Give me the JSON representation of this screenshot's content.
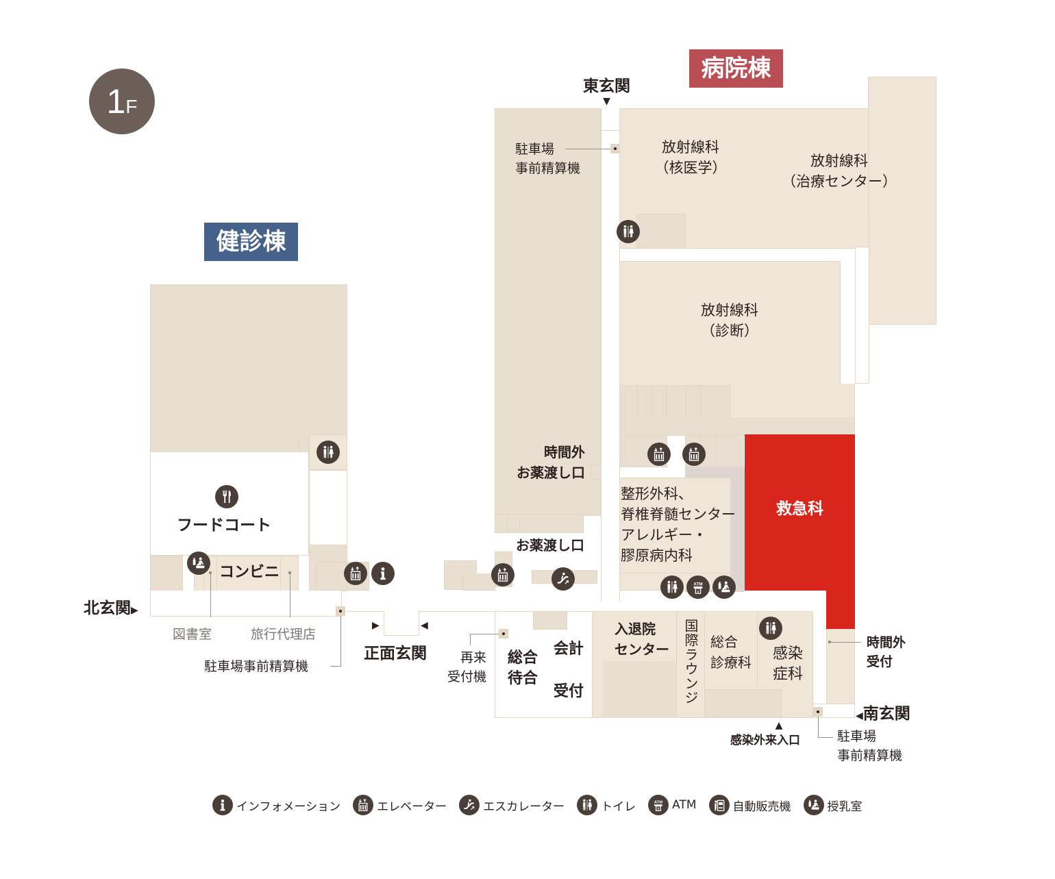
{
  "floor": {
    "number": "1",
    "suffix": "F"
  },
  "buildings": {
    "hospital": {
      "label": "病院棟",
      "color": "#b94f55"
    },
    "checkup": {
      "label": "健診棟",
      "color": "#44628a"
    }
  },
  "colors": {
    "room_fill": "#f0e6d8",
    "room_border": "#e3d6c4",
    "emergency": "#d9261c",
    "icon_bg": "#4a3e38",
    "badge_bg": "#6b5f58"
  },
  "entrances": {
    "east": "東玄関",
    "north": "北玄関",
    "main": "正面玄関",
    "south": "南玄関",
    "infection_entry": "感染外来入口"
  },
  "rooms": {
    "radiology_nuclear": {
      "line1": "放射線科",
      "line2": "（核医学）"
    },
    "radiology_therapy": {
      "line1": "放射線科",
      "line2": "（治療センター）"
    },
    "radiology_diagnosis": {
      "line1": "放射線科",
      "line2": "（診断）"
    },
    "orthopedics": {
      "line1": "整形外科、",
      "line2": "脊椎脊髄センター",
      "line3": "アレルギー・",
      "line4": "膠原病内科"
    },
    "emergency": "救急科",
    "after_hours_pharmacy": {
      "line1": "時間外",
      "line2": "お薬渡し口"
    },
    "pharmacy": "お薬渡し口",
    "food_court": "フードコート",
    "convenience_store": "コンビニ",
    "admission_center": {
      "line1": "入退院",
      "line2": "センター"
    },
    "intl_lounge": "国際ラウンジ",
    "general_medicine": {
      "line1": "総合",
      "line2": "診療科"
    },
    "infectious_disease": {
      "line1": "感染",
      "line2": "症科"
    },
    "general_waiting": {
      "line1": "総合",
      "line2": "待合"
    },
    "accounting": "会計",
    "reception": "受付"
  },
  "callouts": {
    "parking_prepay_north": {
      "line1": "駐車場",
      "line2": "事前精算機"
    },
    "parking_prepay_main": "駐車場事前精算機",
    "parking_prepay_south": {
      "line1": "駐車場",
      "line2": "事前精算機"
    },
    "library": "図書室",
    "travel_agency": "旅行代理店",
    "revisit_kiosk": {
      "line1": "再来",
      "line2": "受付機"
    },
    "after_hours_reception": {
      "line1": "時間外",
      "line2": "受付"
    }
  },
  "legend": [
    {
      "icon": "info-icon",
      "label": "インフォメーション"
    },
    {
      "icon": "elevator-icon",
      "label": "エレベーター"
    },
    {
      "icon": "escalator-icon",
      "label": "エスカレーター"
    },
    {
      "icon": "restroom-icon",
      "label": "トイレ"
    },
    {
      "icon": "atm-icon",
      "label": "ATM"
    },
    {
      "icon": "vending-machine-icon",
      "label": "自動販売機"
    },
    {
      "icon": "nursing-room-icon",
      "label": "授乳室"
    }
  ]
}
